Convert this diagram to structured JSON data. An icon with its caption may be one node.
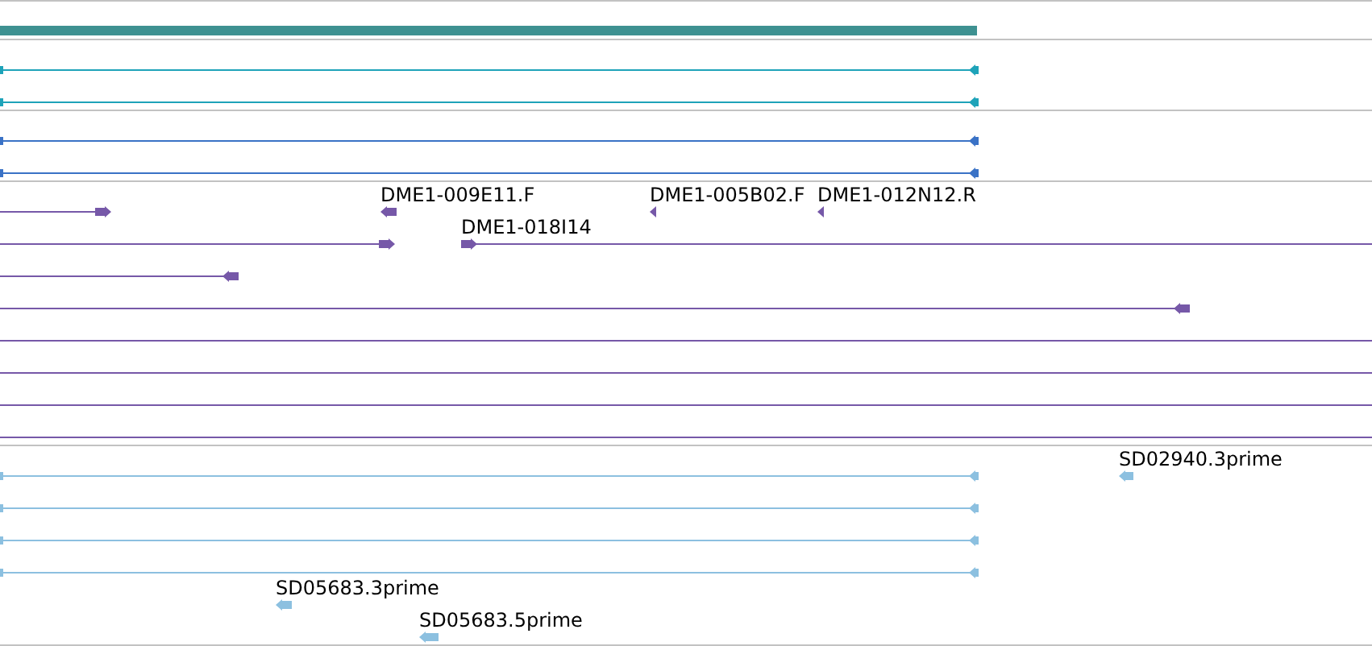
{
  "diagram": {
    "nodes": [
      {
        "text": [],
        "shape": "bar"
      },
      {
        "text": [],
        "shape": "line"
      },
      {
        "text": [],
        "shape": "line"
      },
      {
        "text": [],
        "shape": "line"
      },
      {
        "text": [],
        "shape": "line"
      },
      {
        "text": [],
        "shape": "line"
      },
      {
        "text": [
          "DME1-009E11.F"
        ]
      },
      {
        "text": [
          "DME1-005B02.F"
        ]
      },
      {
        "text": [
          "DME1-012N12.R"
        ]
      },
      {
        "text": [],
        "shape": "line"
      },
      {
        "text": [
          "DME1-018I14"
        ]
      },
      {
        "text": [],
        "shape": "line"
      },
      {
        "text": [],
        "shape": "line"
      },
      {
        "text": [],
        "shape": "line"
      },
      {
        "text": [],
        "shape": "line"
      },
      {
        "text": [],
        "shape": "line"
      },
      {
        "text": [],
        "shape": "line"
      },
      {
        "text": [],
        "shape": "line"
      },
      {
        "text": [
          "SD02940.3prime"
        ]
      },
      {
        "text": [],
        "shape": "line"
      },
      {
        "text": [],
        "shape": "line"
      },
      {
        "text": [],
        "shape": "line"
      },
      {
        "text": [
          "SD05683.3prime"
        ]
      },
      {
        "text": [
          "SD05683.5prime"
        ]
      }
    ]
  }
}
